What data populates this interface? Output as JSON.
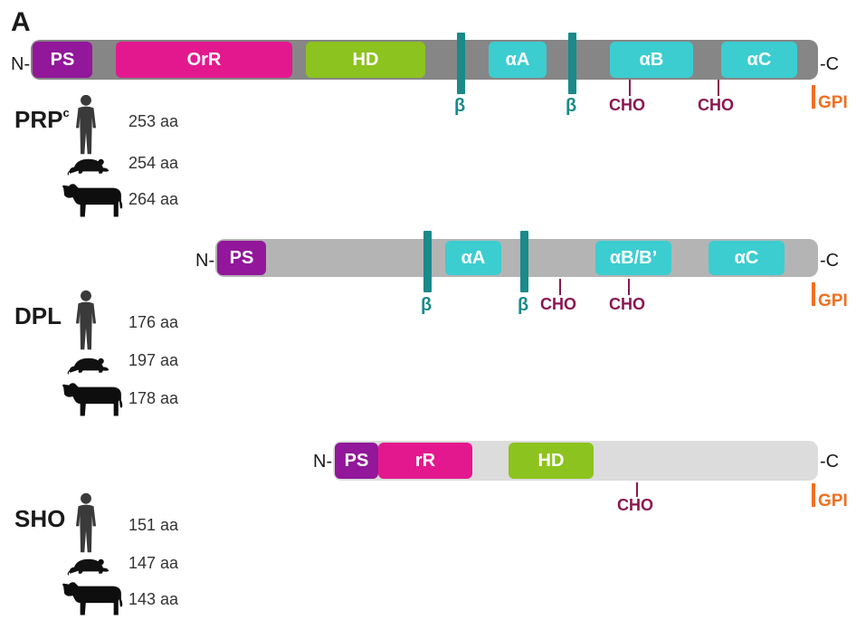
{
  "panel_label": "A",
  "colors": {
    "signal_peptide": "#92179a",
    "repeat_region": "#e3188f",
    "hydrophobic_domain": "#8cc31e",
    "helix": "#3ccdd0",
    "strand": "#1a8a8a",
    "glycosylation": "#8a1650",
    "gpi_anchor": "#f07022",
    "prp_backbone": "#868686",
    "dpl_backbone": "#b4b4b4",
    "sho_backbone": "#dcdcdc"
  },
  "icons": [
    "human-silhouette-icon",
    "mouse-silhouette-icon",
    "cow-silhouette-icon"
  ],
  "proteins": [
    {
      "name": "PRP",
      "name_superscript": "c",
      "n_term": "N-",
      "c_term": "-C",
      "domains": {
        "ps": "PS",
        "orr": "OrR",
        "hd": "HD",
        "alphaA": "αA",
        "alphaB": "αB",
        "alphaC": "αC"
      },
      "beta": [
        "β",
        "β"
      ],
      "cho": [
        "CHO",
        "CHO"
      ],
      "gpi": "GPI",
      "lengths": [
        "253 aa",
        "254 aa",
        "264 aa"
      ]
    },
    {
      "name": "DPL",
      "n_term": "N-",
      "c_term": "-C",
      "domains": {
        "ps": "PS",
        "alphaA": "αA",
        "alphaB": "αB/B’",
        "alphaC": "αC"
      },
      "beta": [
        "β",
        "β"
      ],
      "cho": [
        "CHO",
        "CHO"
      ],
      "gpi": "GPI",
      "lengths": [
        "176 aa",
        "197 aa",
        "178 aa"
      ]
    },
    {
      "name": "SHO",
      "n_term": "N-",
      "c_term": "-C",
      "domains": {
        "ps": "PS",
        "rr": "rR",
        "hd": "HD"
      },
      "cho": [
        "CHO"
      ],
      "gpi": "GPI",
      "lengths": [
        "151 aa",
        "147 aa",
        "143 aa"
      ]
    }
  ]
}
